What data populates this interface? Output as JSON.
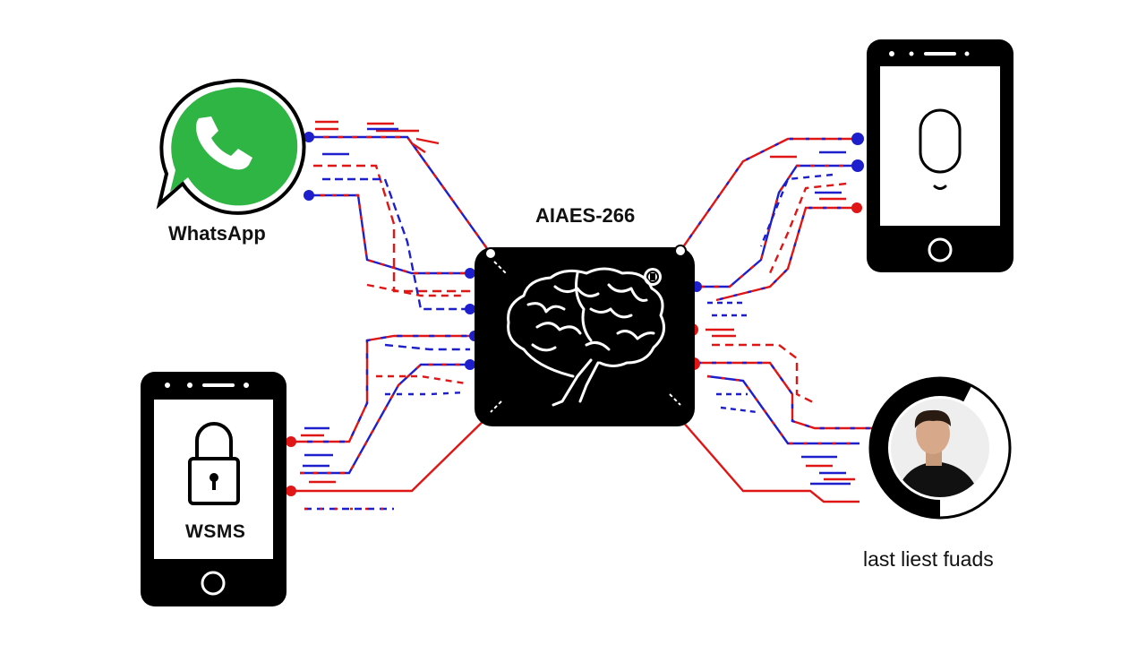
{
  "apps": {
    "whatsapp": {
      "label": "WhatsApp",
      "icon": "whatsapp-phone-icon",
      "color": "#2fb543"
    },
    "sms": {
      "label": "WSMS",
      "icon": "padlock-icon"
    }
  },
  "chip": {
    "label": "AIAES-266",
    "icon": "brain-icon"
  },
  "device_right": {
    "icon": "face-outline-icon"
  },
  "contact": {
    "label": "last liest fuads",
    "icon": "person-avatar-icon"
  },
  "colors": {
    "line_red": "#e01515",
    "line_blue": "#1d1fcc",
    "ink": "#000000"
  }
}
